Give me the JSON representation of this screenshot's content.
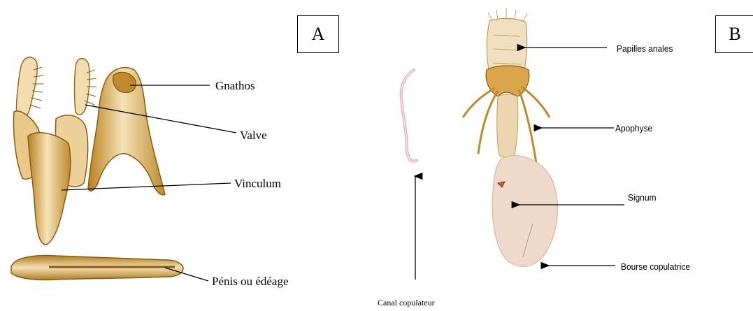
{
  "panels": {
    "a": {
      "letter": "A"
    },
    "b": {
      "letter": "B"
    }
  },
  "labels_a": {
    "gnathos": "Gnathos",
    "valve": "Valve",
    "vinculum": "Vinculum",
    "penis": "Pénis ou édéage"
  },
  "labels_b": {
    "papilles": "Papilles anales",
    "apophyse": "Apophyse",
    "signum": "Signum",
    "bourse": "Bourse copulatrice",
    "canal": "Canal copulateur"
  },
  "colors": {
    "chitin": "#c99a3c",
    "chitin_dark": "#8a5a12",
    "chitin_light": "#f1dcae",
    "bursa": "#efd9cb",
    "duct": "#e8a8b0"
  }
}
